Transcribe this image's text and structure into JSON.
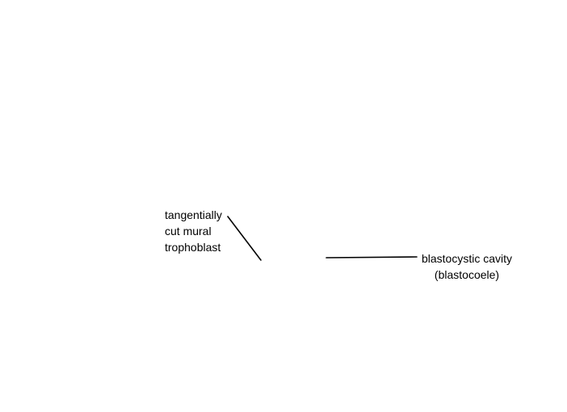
{
  "diagram": {
    "labels": {
      "mural_trophoblast": {
        "lines": [
          "tangentially",
          "cut mural",
          "trophoblast"
        ]
      },
      "blastocystic_cavity": {
        "lines": [
          "blastocystic cavity",
          "(blastocoele)"
        ]
      }
    },
    "colors": {
      "background": "#ffffff",
      "ink": "#000000"
    }
  }
}
